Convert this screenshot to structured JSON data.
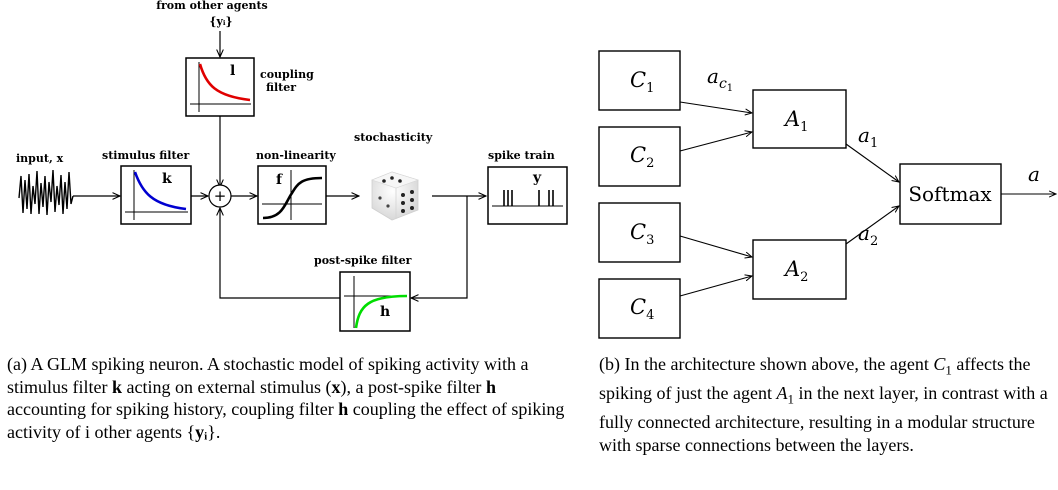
{
  "glm": {
    "label_from_other_agents": "from other agents",
    "label_yi": "{yᵢ}",
    "label_coupling": "coupling",
    "label_filter": "filter",
    "symbol_l": "l",
    "label_input": "input, x",
    "label_stimulus_filter": "stimulus filter",
    "symbol_k": "k",
    "label_nonlinearity": "non-linearity",
    "symbol_f": "f",
    "label_stochasticity": "stochasticity",
    "label_spike_train": "spike train",
    "symbol_y": "y",
    "label_post_spike_filter": "post-spike filter",
    "symbol_h": "h",
    "plus": "+"
  },
  "arch": {
    "c_nodes": [
      "C",
      "C",
      "C",
      "C"
    ],
    "c_subs": [
      "1",
      "2",
      "3",
      "4"
    ],
    "a_nodes": [
      "A",
      "A"
    ],
    "a_subs": [
      "1",
      "2"
    ],
    "softmax": "Softmax",
    "edge_ac": "a",
    "edge_ac_sub": "c",
    "edge_ac_subsub": "1",
    "edge_a1": "a",
    "edge_a1_sub": "1",
    "edge_a2": "a",
    "edge_a2_sub": "2",
    "output": "a"
  },
  "captions": {
    "a": {
      "t1": "(a) A GLM spiking neuron. A stochastic model of spiking activity with a stimulus filter ",
      "k": "k",
      "t2": " acting on external stimulus (",
      "x": "x",
      "t3": "), a post-spike filter ",
      "h1": "h",
      "t4": " accounting for spiking history, coupling filter ",
      "h2": "h",
      "t5": " coupling the effect of spiking activity of i other agents {",
      "y": "yᵢ",
      "t6": "}."
    },
    "b": {
      "t1": "(b) In the architecture shown above, the agent ",
      "c1": "C",
      "c1sub": "1",
      "t2": " affects the spiking of just the agent ",
      "a1": "A",
      "a1sub": "1",
      "t3": " in the next layer, in contrast with a fully connected architecture, resulting in a modular structure with sparse connections between the layers."
    }
  }
}
